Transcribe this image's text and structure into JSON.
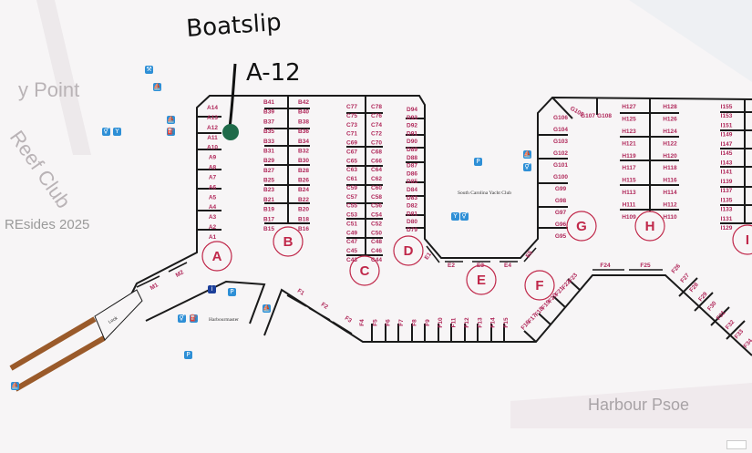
{
  "annotation": {
    "line1": "Boatslip",
    "line2": "A-12",
    "marker_color": "#1f6b4a"
  },
  "watermark": "REsides 2025",
  "place_labels": {
    "point": "y Point",
    "club": "Reef Club",
    "street": "Harbour Psoe",
    "yacht_club": "South Carolina Yacht Club",
    "harbourmaster": "Harbourmaster",
    "lock": "Lock"
  },
  "colors": {
    "slip_label": "#b0285a",
    "dock_line": "#1a1a1a",
    "icon": "#2e8fd6",
    "lock_channel": "#9a5a2a"
  },
  "dock_letters": [
    "A",
    "B",
    "C",
    "D",
    "E",
    "F",
    "G",
    "H",
    "I"
  ],
  "slips": {
    "A": [
      "A14",
      "A13",
      "A12",
      "A11",
      "A10",
      "A9",
      "A8",
      "A7",
      "A6",
      "A5",
      "A4",
      "A3",
      "A2",
      "A1"
    ],
    "B_left": [
      "B41",
      "B39",
      "B37",
      "B35",
      "B33",
      "B31",
      "B29",
      "B27",
      "B25",
      "B23",
      "B21",
      "B19",
      "B17",
      "B15"
    ],
    "B_right": [
      "B42",
      "B40",
      "B38",
      "B36",
      "B34",
      "B32",
      "B30",
      "B28",
      "B26",
      "B24",
      "B22",
      "B20",
      "B18",
      "B16"
    ],
    "C_left": [
      "C77",
      "C75",
      "C73",
      "C71",
      "C69",
      "C67",
      "C65",
      "C63",
      "C61",
      "C59",
      "C57",
      "C55",
      "C53",
      "C51",
      "C49",
      "C47",
      "C45",
      "C43"
    ],
    "C_right": [
      "C78",
      "C76",
      "C74",
      "C72",
      "C70",
      "C68",
      "C66",
      "C64",
      "C62",
      "C60",
      "C58",
      "C56",
      "C54",
      "C52",
      "C50",
      "C48",
      "C46",
      "C44"
    ],
    "D": [
      "D94",
      "D93",
      "D92",
      "D91",
      "D90",
      "D89",
      "D88",
      "D87",
      "D86",
      "D85",
      "D84",
      "D83",
      "D82",
      "D81",
      "D80",
      "D79"
    ],
    "E": [
      "E1",
      "E2",
      "E3",
      "E4",
      "E5"
    ],
    "G": [
      "G106",
      "G104",
      "G103",
      "G102",
      "G101",
      "G100",
      "G99",
      "G98",
      "G97",
      "G96",
      "G95"
    ],
    "G_top": [
      "G105",
      "G107",
      "G108"
    ],
    "H_left": [
      "H127",
      "H125",
      "H123",
      "H121",
      "H119",
      "H117",
      "H115",
      "H113",
      "H111",
      "H109"
    ],
    "H_right": [
      "H128",
      "H126",
      "H124",
      "H122",
      "H120",
      "H118",
      "H116",
      "H114",
      "H112",
      "H110"
    ],
    "I": [
      "I155",
      "I153",
      "I151",
      "I149",
      "I147",
      "I145",
      "I143",
      "I141",
      "I139",
      "I137",
      "I135",
      "I133",
      "I131",
      "I129"
    ],
    "F_diag1": [
      "F1",
      "F2",
      "F3"
    ],
    "F_row": [
      "F4",
      "F5",
      "F6",
      "F7",
      "F8",
      "F9",
      "F10",
      "F11",
      "F12",
      "F13",
      "F14",
      "F15"
    ],
    "F_diag2": [
      "F16",
      "F17",
      "F18",
      "F19",
      "F20",
      "F21",
      "F22",
      "F23"
    ],
    "F_top": [
      "F24",
      "F25"
    ],
    "F_diag3": [
      "F26",
      "F27",
      "F28",
      "F29",
      "F30",
      "F31",
      "F32",
      "F33",
      "F34"
    ],
    "M": [
      "M1",
      "M2"
    ]
  },
  "icons": [
    "tools-icon",
    "boat-icon",
    "boat-icon",
    "restroom-icon",
    "bar-icon",
    "fuel-icon",
    "parking-icon",
    "boat-icon",
    "restroom-icon",
    "bar-icon",
    "restroom-icon",
    "parking-icon",
    "info-icon",
    "boat-icon",
    "restroom-icon",
    "fuel-icon",
    "parking-icon",
    "boat-icon"
  ]
}
